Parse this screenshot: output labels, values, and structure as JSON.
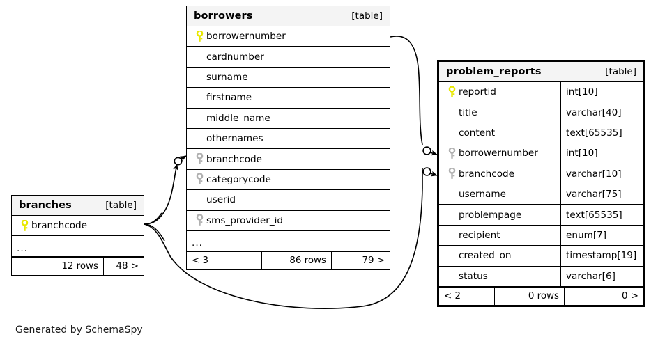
{
  "diagram": {
    "footer_credit": "Generated by SchemaSpy",
    "table_tag": "[table]",
    "ellipsis": "...",
    "pk_color": "#e8e800",
    "fk_color": "#b0b0b0",
    "header_bg": "#f4f4f4",
    "line_color": "#000000"
  },
  "tables": {
    "branches": {
      "name": "branches",
      "tag": "[table]",
      "columns": [
        {
          "name": "branchcode",
          "key": "primary",
          "type": ""
        }
      ],
      "has_more": true,
      "more_label": "...",
      "footer": {
        "left": "",
        "middle": "12 rows",
        "right": "48 >"
      }
    },
    "borrowers": {
      "name": "borrowers",
      "tag": "[table]",
      "columns": [
        {
          "name": "borrowernumber",
          "key": "primary",
          "type": ""
        },
        {
          "name": "cardnumber",
          "key": "none",
          "type": ""
        },
        {
          "name": "surname",
          "key": "none",
          "type": ""
        },
        {
          "name": "firstname",
          "key": "none",
          "type": ""
        },
        {
          "name": "middle_name",
          "key": "none",
          "type": ""
        },
        {
          "name": "othernames",
          "key": "none",
          "type": ""
        },
        {
          "name": "branchcode",
          "key": "foreign",
          "type": ""
        },
        {
          "name": "categorycode",
          "key": "foreign",
          "type": ""
        },
        {
          "name": "userid",
          "key": "none",
          "type": ""
        },
        {
          "name": "sms_provider_id",
          "key": "foreign",
          "type": ""
        }
      ],
      "has_more": true,
      "more_label": "...",
      "footer": {
        "left": "< 3",
        "middle": "86 rows",
        "right": "79 >"
      }
    },
    "problem_reports": {
      "name": "problem_reports",
      "tag": "[table]",
      "columns": [
        {
          "name": "reportid",
          "key": "primary",
          "type": "int[10]"
        },
        {
          "name": "title",
          "key": "none",
          "type": "varchar[40]"
        },
        {
          "name": "content",
          "key": "none",
          "type": "text[65535]"
        },
        {
          "name": "borrowernumber",
          "key": "foreign",
          "type": "int[10]"
        },
        {
          "name": "branchcode",
          "key": "foreign",
          "type": "varchar[10]"
        },
        {
          "name": "username",
          "key": "none",
          "type": "varchar[75]"
        },
        {
          "name": "problempage",
          "key": "none",
          "type": "text[65535]"
        },
        {
          "name": "recipient",
          "key": "none",
          "type": "enum[7]"
        },
        {
          "name": "created_on",
          "key": "none",
          "type": "timestamp[19]"
        },
        {
          "name": "status",
          "key": "none",
          "type": "varchar[6]"
        }
      ],
      "has_more": false,
      "more_label": "",
      "footer": {
        "left": "< 2",
        "middle": "0 rows",
        "right": "0 >"
      }
    }
  },
  "relationships": [
    {
      "from": "branches.branchcode",
      "to": "borrowers.branchcode"
    },
    {
      "from": "borrowers.borrowernumber",
      "to": "problem_reports.borrowernumber"
    },
    {
      "from": "branches.branchcode",
      "to": "problem_reports.branchcode"
    }
  ]
}
